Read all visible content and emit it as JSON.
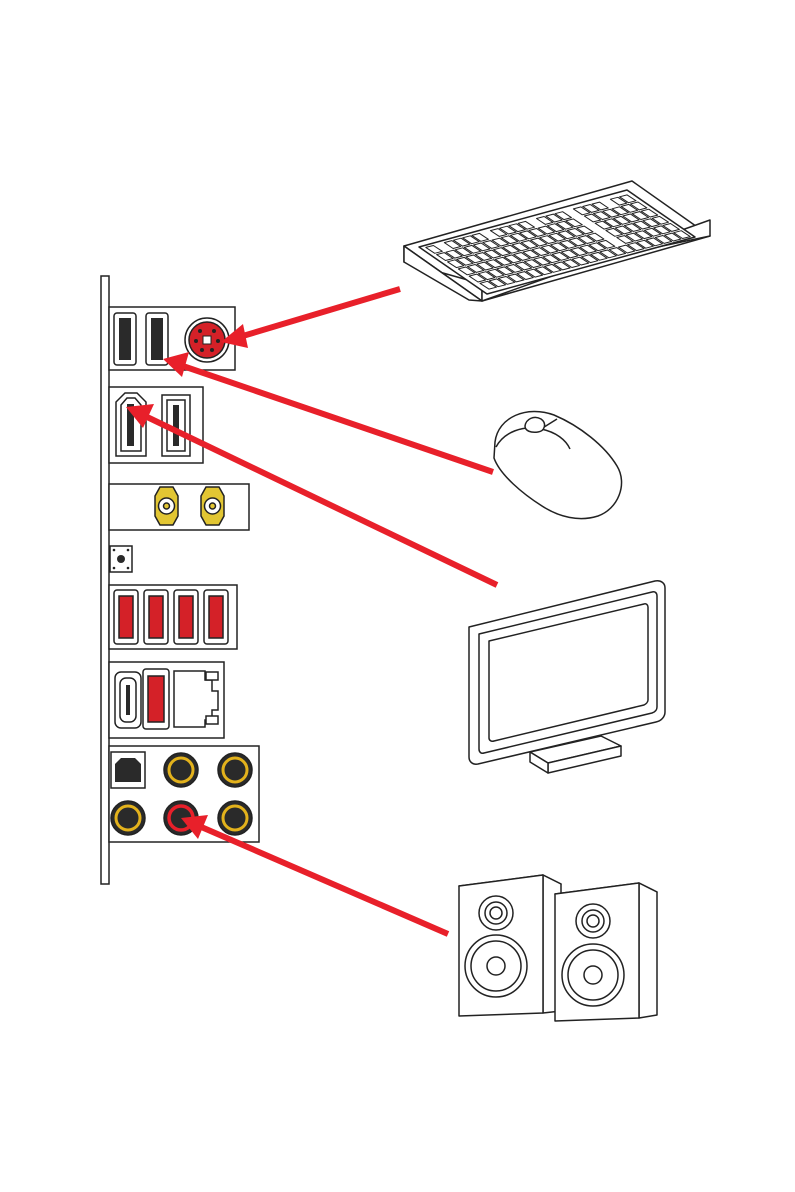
{
  "diagram": {
    "type": "io-panel-connection-diagram",
    "colors": {
      "arrow": "#e8202a",
      "ps2_port": "#d42128",
      "usb3_insert": "#d42128",
      "wifi_antenna": "#e2c633",
      "audio_ring": "#e3b21c",
      "audio_ring_line_out": "#e8202a",
      "outline": "#222222"
    },
    "io_panel": {
      "groups": [
        {
          "name": "usb-ps2-combo",
          "ports": [
            "usb-a-black",
            "usb-a-black",
            "ps2-combo"
          ]
        },
        {
          "name": "video",
          "ports": [
            "hdmi",
            "displayport"
          ]
        },
        {
          "name": "wifi-antenna",
          "ports": [
            "antenna",
            "antenna"
          ]
        },
        {
          "name": "flash-button",
          "ports": [
            "button"
          ]
        },
        {
          "name": "usb3-red",
          "ports": [
            "usb-a-red",
            "usb-a-red",
            "usb-a-red",
            "usb-a-red"
          ]
        },
        {
          "name": "usb-c-lan",
          "ports": [
            "usb-c",
            "usb-a-red",
            "rj45"
          ]
        },
        {
          "name": "audio",
          "ports": [
            "optical-spdif",
            "audio-jack",
            "audio-jack",
            "audio-jack",
            "audio-jack-line-out",
            "audio-jack"
          ]
        }
      ]
    },
    "connections": [
      {
        "device": "keyboard-icon",
        "port": "ps2-combo"
      },
      {
        "device": "mouse-icon",
        "port": "usb-a-black"
      },
      {
        "device": "monitor-icon",
        "port": "hdmi"
      },
      {
        "device": "speakers-icon",
        "port": "audio-jack-line-out"
      }
    ]
  }
}
